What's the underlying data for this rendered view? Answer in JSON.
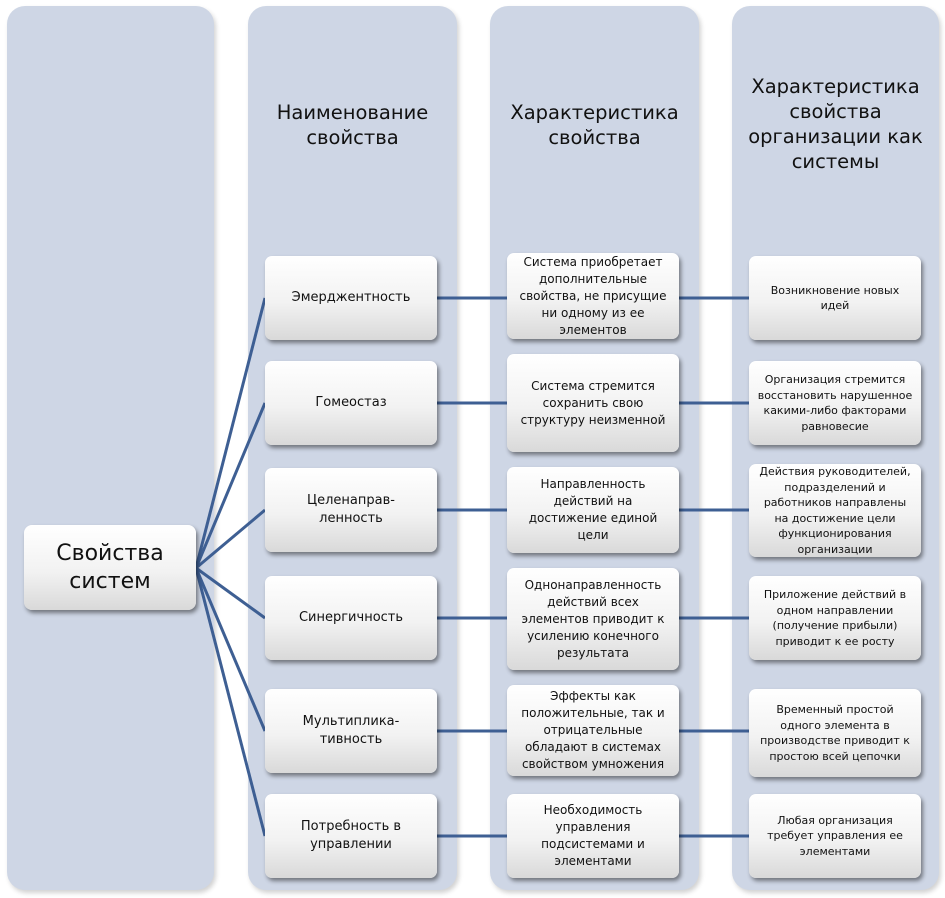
{
  "diagram": {
    "root": "Свойства\nсистем",
    "headers": {
      "name": "Наименование\nсвойства",
      "characteristic": "Характеристика\nсвойства",
      "organization": "Характеристика\nсвойства\nорганизации как\nсистемы"
    },
    "rows": [
      {
        "name": "Эмерджентность",
        "characteristic": "Система приобретает\nдополнительные\nсвойства, не присущие\nни одному из ее\nэлементов",
        "organization": "Возникновение новых\nидей"
      },
      {
        "name": "Гомеостаз",
        "characteristic": "Система стремится\nсохранить свою\nструктуру неизменной",
        "organization": "Организация стремится\nвосстановить нарушенное\nкакими-либо факторами\nравновесие"
      },
      {
        "name": "Целенаправ-\nленность",
        "characteristic": "Направленность\nдействий на\nдостижение единой\nцели",
        "organization": "Действия руководителей,\nподразделений и\nработников направлены\nна достижение цели\nфункционирования\nорганизации"
      },
      {
        "name": "Синергичность",
        "characteristic": "Однонаправленность\nдействий всех\nэлементов приводит к\nусилению конечного\nрезультата",
        "organization": "Приложение действий в\nодном направлении\n(получение прибыли)\nприводит к ее росту"
      },
      {
        "name": "Мультиплика-\nтивность",
        "characteristic": "Эффекты как\nположительные, так и\nотрицательные\nобладают в системах\nсвойством умножения",
        "organization": "Временный простой\nодного элемента в\nпроизводстве приводит к\nпростою всей цепочки"
      },
      {
        "name": "Потребность в\nуправлении",
        "characteristic": "Необходимость\nуправления\nподсистемами и\nэлементами",
        "organization": "Любая организация\nтребует управления ее\nэлементами"
      }
    ]
  },
  "colors": {
    "column_background": "#ced6e5",
    "connector": "#3e5f93"
  }
}
